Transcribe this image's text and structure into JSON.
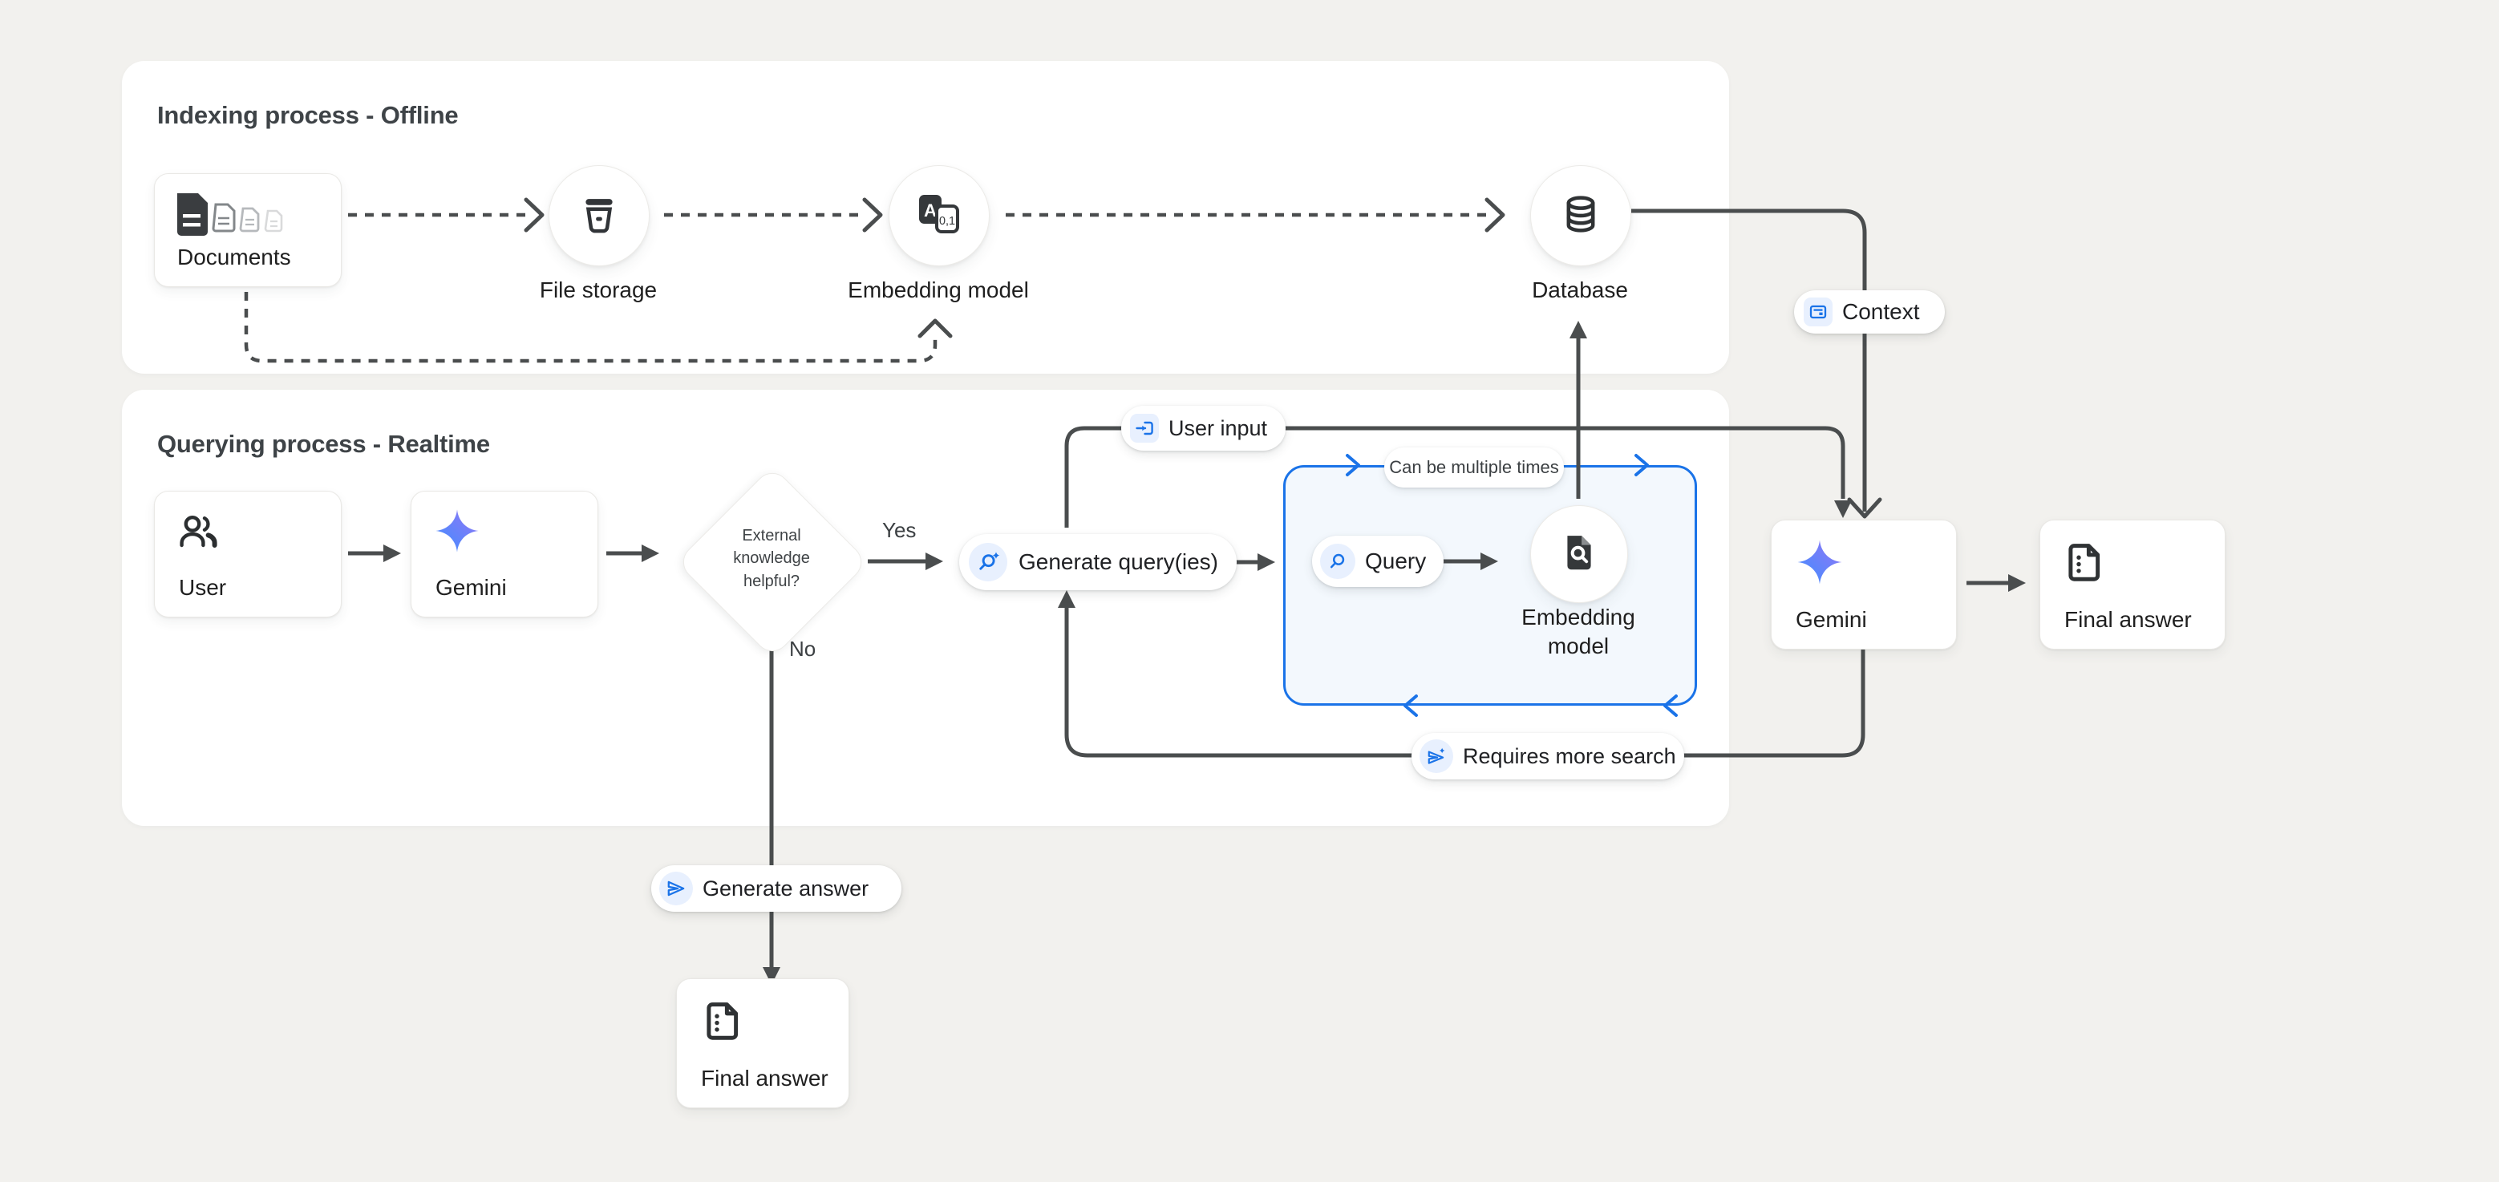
{
  "titles": {
    "indexing": "Indexing process - Offline",
    "querying": "Querying process - Realtime"
  },
  "nodes": {
    "documents": "Documents",
    "file_storage": "File storage",
    "embedding_model_top": "Embedding model",
    "database": "Database",
    "user": "User",
    "gemini_left": "Gemini",
    "generate_queries": "Generate query(ies)",
    "query": "Query",
    "embedding_model_bottom": "Embedding model",
    "gemini_right": "Gemini",
    "final_answer_right": "Final answer",
    "final_answer_bottom": "Final answer"
  },
  "decision": {
    "question": "External knowledge helpful?",
    "yes": "Yes",
    "no": "No"
  },
  "badges": {
    "context": "Context",
    "user_input": "User input",
    "can_be_multiple_times": "Can be multiple times",
    "requires_more_search": "Requires more search",
    "generate_answer": "Generate answer"
  },
  "colors": {
    "background": "#f2f1ee",
    "panel": "#ffffff",
    "line": "#4a4d4e",
    "accent_blue": "#1a73e8",
    "chip_background": "#e8f0fe",
    "loop_box_fill": "#f3f8fd",
    "gemini_gradient_start": "#3e8eff",
    "gemini_gradient_end": "#9476f5",
    "text": "#202124",
    "title_text": "#3e4347"
  }
}
